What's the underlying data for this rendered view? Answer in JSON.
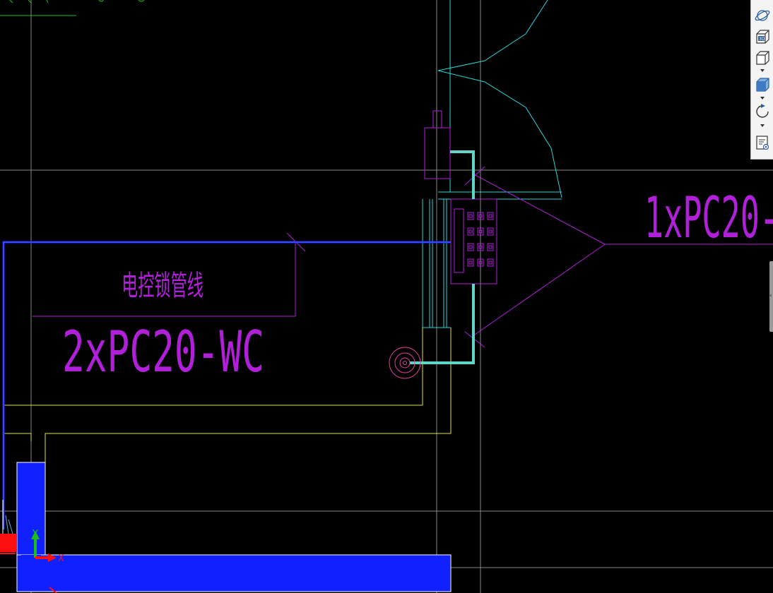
{
  "canvas": {
    "background": "#000000",
    "labels": {
      "cable_1": "1xPC20-",
      "cable_2": "2xPC20-WC",
      "lock_line": "电控锁管线"
    },
    "ucs_icon": {
      "x_label": "X",
      "y_label": "Y"
    },
    "colors": {
      "gridline": "#8a8a8a",
      "cyan": "#29d6d6",
      "magenta": "#b020d8",
      "blue": "#1020ff",
      "yellow": "#e6e61a",
      "teal_thick": "#5fd6c8",
      "red": "#ff1010",
      "green": "#18c018"
    }
  },
  "toolbar": {
    "tools": [
      {
        "name": "orbit",
        "icon": "orbit-icon"
      },
      {
        "name": "3d",
        "icon": "cube-3d-icon",
        "label": "3D"
      },
      {
        "name": "wireframe",
        "icon": "cube-outline-icon"
      },
      {
        "name": "shaded",
        "icon": "cube-shaded-icon"
      },
      {
        "name": "rotate",
        "icon": "rotate-icon"
      },
      {
        "name": "properties",
        "icon": "properties-icon"
      }
    ]
  }
}
